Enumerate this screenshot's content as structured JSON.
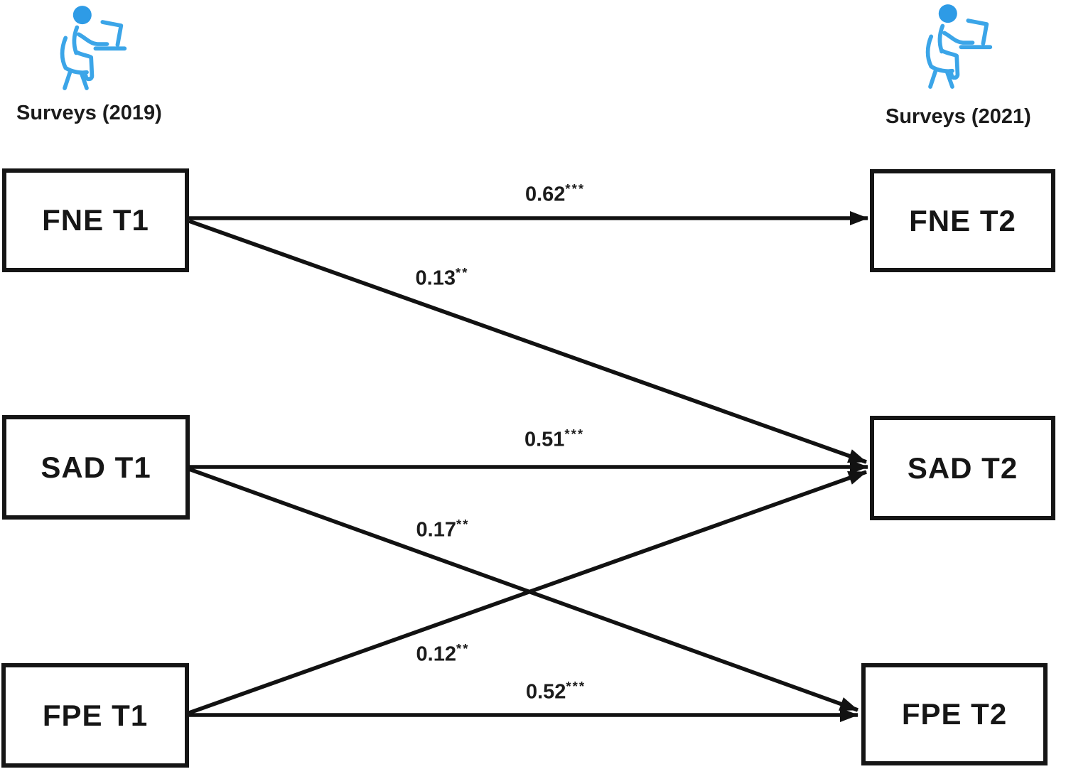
{
  "diagram": {
    "left_wave": {
      "label": "Surveys (2019)",
      "icon": "person-at-laptop-icon"
    },
    "right_wave": {
      "label": "Surveys (2021)",
      "icon": "person-at-laptop-icon"
    },
    "nodes": {
      "fne_t1": "FNE T1",
      "sad_t1": "SAD T1",
      "fpe_t1": "FPE T1",
      "fne_t2": "FNE T2",
      "sad_t2": "SAD T2",
      "fpe_t2": "FPE T2"
    },
    "edges": [
      {
        "from": "FNE T1",
        "to": "FNE T2",
        "value": "0.62",
        "stars": "***"
      },
      {
        "from": "FNE T1",
        "to": "SAD T2",
        "value": "0.13",
        "stars": "**"
      },
      {
        "from": "SAD T1",
        "to": "SAD T2",
        "value": "0.51",
        "stars": "***"
      },
      {
        "from": "SAD T1",
        "to": "FPE T2",
        "value": "0.17",
        "stars": "**"
      },
      {
        "from": "FPE T1",
        "to": "SAD T2",
        "value": "0.12",
        "stars": "**"
      },
      {
        "from": "FPE T1",
        "to": "FPE T2",
        "value": "0.52",
        "stars": "***"
      }
    ],
    "colors": {
      "icon_head_blue": "#2E9BE6",
      "icon_stroke_blue": "#3BA5E8",
      "arrow_black": "#121212"
    }
  }
}
